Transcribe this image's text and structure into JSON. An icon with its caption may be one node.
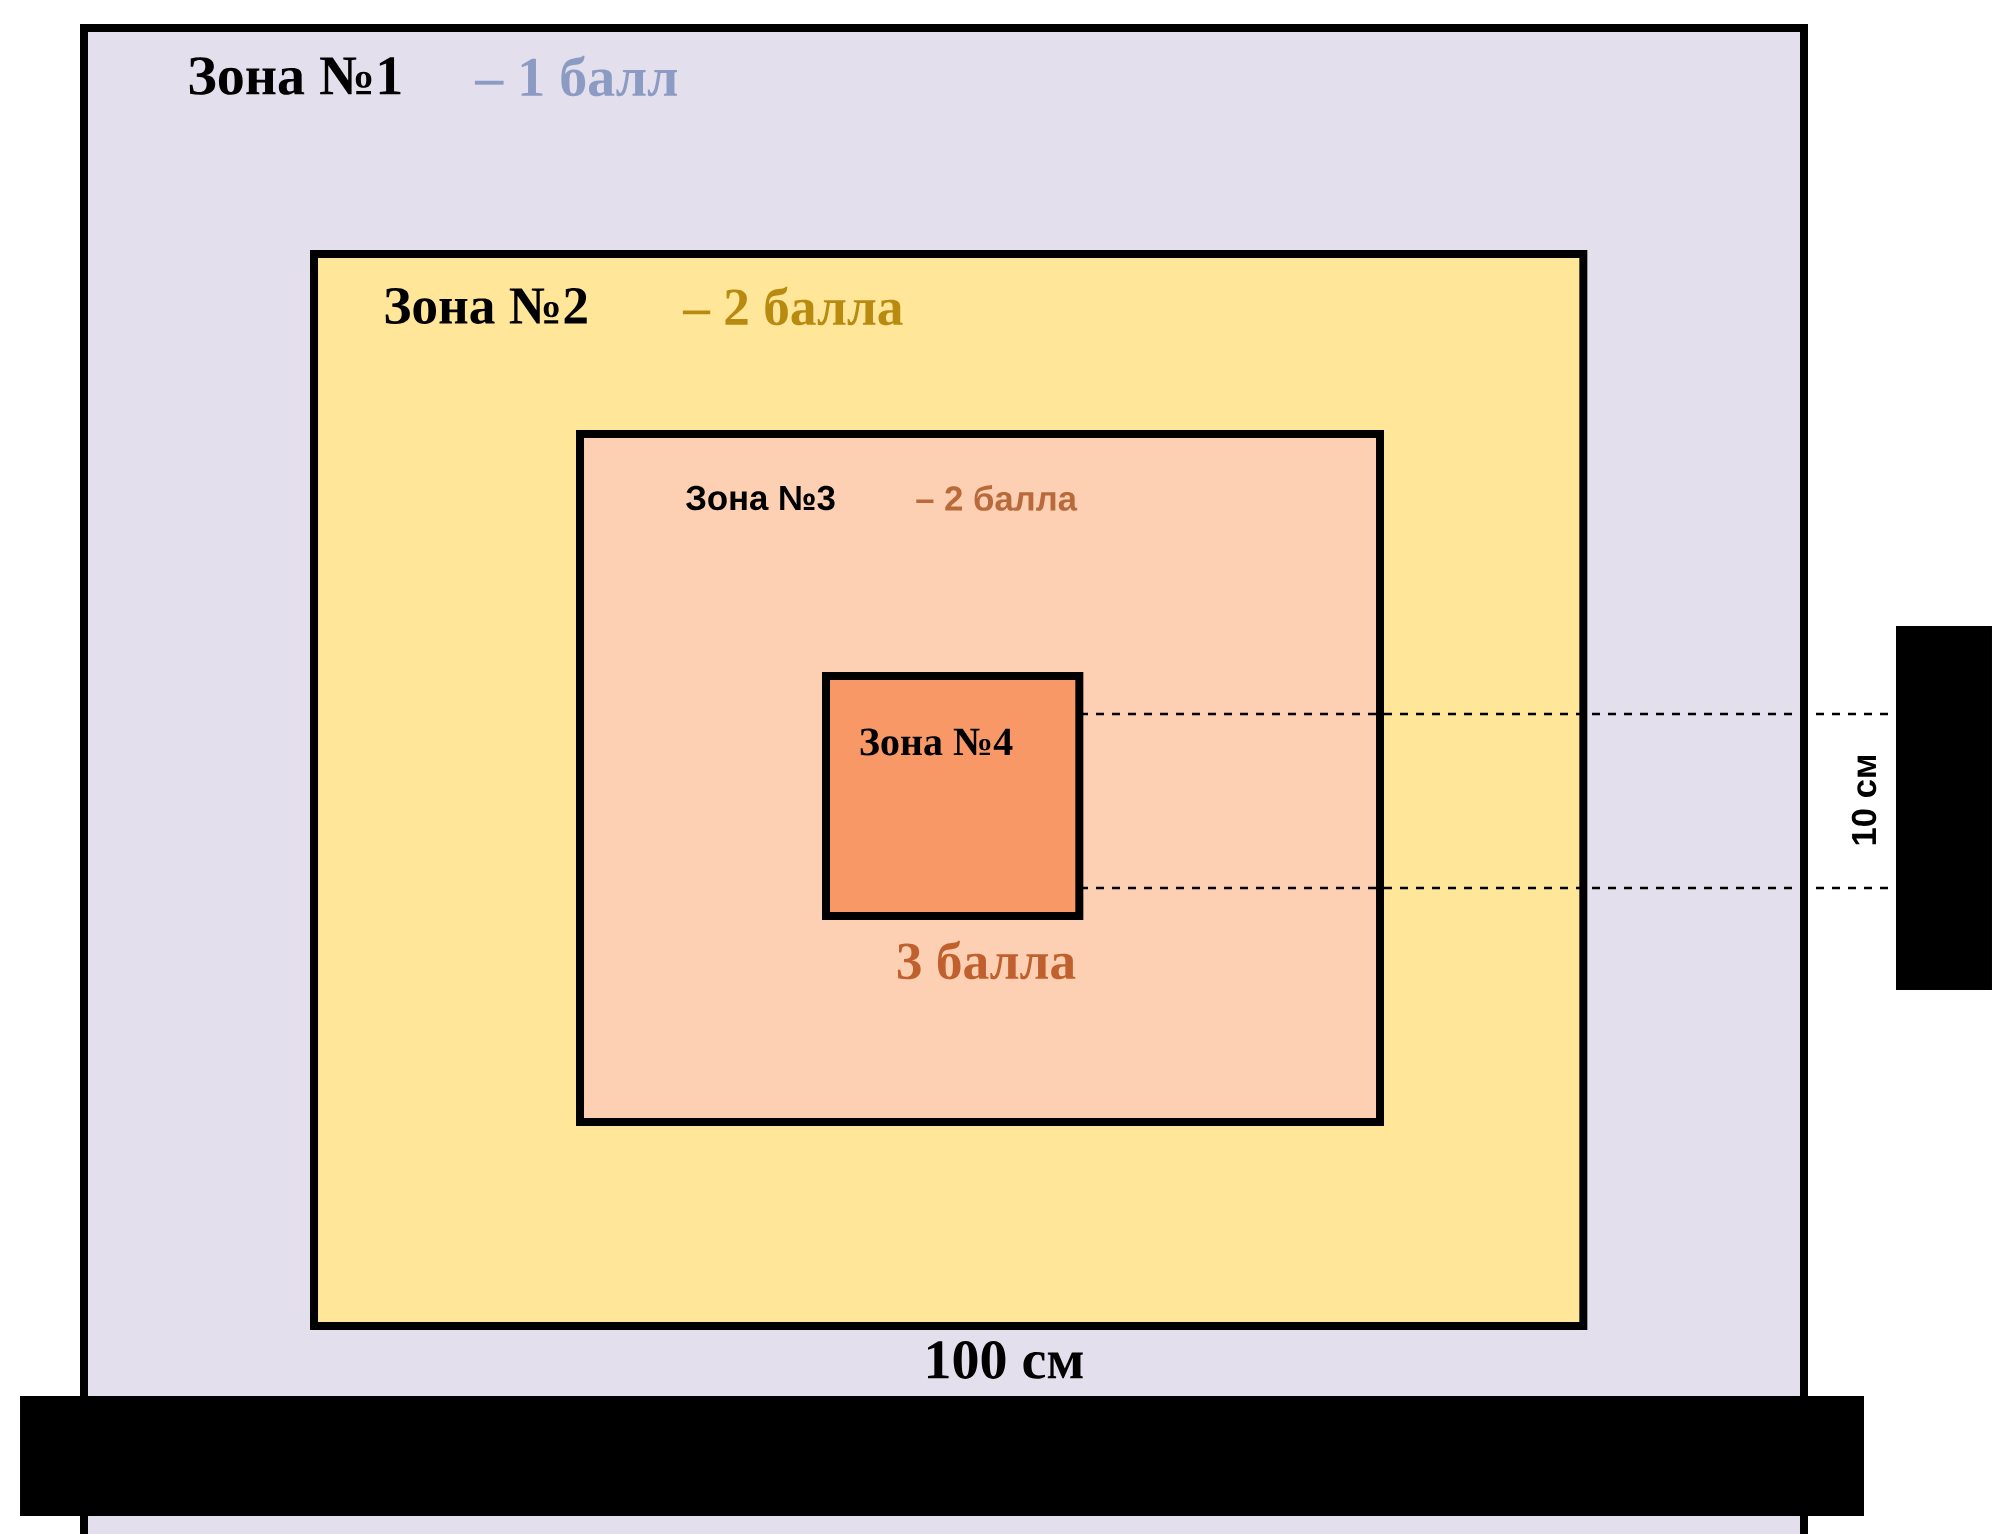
{
  "diagram": {
    "nodes": [
      {
        "text": [
          "Зона №1",
          "– 1 балл"
        ]
      },
      {
        "text": [
          "Зона №2",
          "– 2 балла"
        ],
        "in": 0
      },
      {
        "text": [
          "Зона №3",
          "– 2 балла"
        ],
        "in": 1
      },
      {
        "text": [
          "Зона №4",
          "3 балла"
        ],
        "in": 2
      }
    ],
    "labels": [
      "100 см",
      "10 см"
    ]
  }
}
